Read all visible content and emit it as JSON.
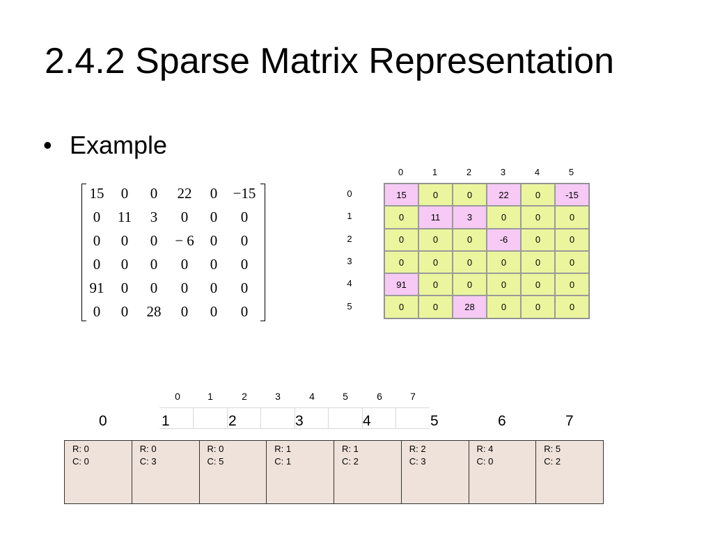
{
  "slide": {
    "title": "2.4.2 Sparse Matrix Representation",
    "bullet_symbol": "•",
    "bullet_text": "Example"
  },
  "math_matrix": [
    [
      "15",
      "0",
      "0",
      "22",
      "0",
      "−15"
    ],
    [
      "0",
      "11",
      "3",
      "0",
      "0",
      "0"
    ],
    [
      "0",
      "0",
      "0",
      "− 6",
      "0",
      "0"
    ],
    [
      "0",
      "0",
      "0",
      "0",
      "0",
      "0"
    ],
    [
      "91",
      "0",
      "0",
      "0",
      "0",
      "0"
    ],
    [
      "0",
      "0",
      "28",
      "0",
      "0",
      "0"
    ]
  ],
  "grid": {
    "col_headers": [
      "0",
      "1",
      "2",
      "3",
      "4",
      "5"
    ],
    "row_headers": [
      "0",
      "1",
      "2",
      "3",
      "4",
      "5"
    ],
    "colors": {
      "zero": "#ebf59d",
      "nonzero": "#f7c9f5"
    },
    "cells": [
      [
        "15",
        "0",
        "0",
        "22",
        "0",
        "-15"
      ],
      [
        "0",
        "11",
        "3",
        "0",
        "0",
        "0"
      ],
      [
        "0",
        "0",
        "0",
        "-6",
        "0",
        "0"
      ],
      [
        "0",
        "0",
        "0",
        "0",
        "0",
        "0"
      ],
      [
        "91",
        "0",
        "0",
        "0",
        "0",
        "0"
      ],
      [
        "0",
        "0",
        "28",
        "0",
        "0",
        "0"
      ]
    ]
  },
  "small_indices": [
    "0",
    "1",
    "2",
    "3",
    "4",
    "5",
    "6",
    "7"
  ],
  "big_indices": [
    "0",
    "1",
    "2",
    "3",
    "4",
    "5",
    "6",
    "7"
  ],
  "records": [
    {
      "r": "R: 0",
      "c": "C: 0"
    },
    {
      "r": "R: 0",
      "c": "C: 3"
    },
    {
      "r": "R: 0",
      "c": "C: 5"
    },
    {
      "r": "R: 1",
      "c": "C: 1"
    },
    {
      "r": "R: 1",
      "c": "C: 2"
    },
    {
      "r": "R: 2",
      "c": "C: 3"
    },
    {
      "r": "R: 4",
      "c": "C: 0"
    },
    {
      "r": "R: 5",
      "c": "C: 2"
    }
  ]
}
